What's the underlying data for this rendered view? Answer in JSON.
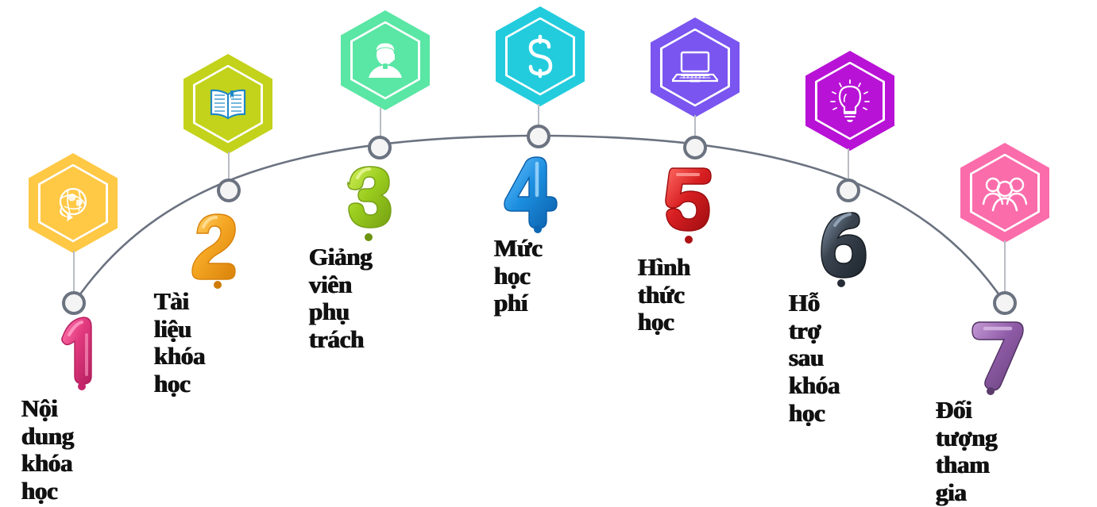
{
  "infographic": {
    "title_present": false,
    "background_color": "#ffffff",
    "arc_color": "#6b7280",
    "node_fill": "#f4f4f4",
    "node_border": "#6b7280",
    "stem_color": "#b9bcc4",
    "steps": [
      {
        "number": "1",
        "caption": "Nội dung\nkhóa học",
        "hex_color": "#ffc845",
        "hex_color_dark": "#fdbe33",
        "balloon_color": "#e2397e",
        "balloon_color_dark": "#b31f5e",
        "balloon_highlight": "#ff7ab0",
        "icon": "globe-recycle-icon"
      },
      {
        "number": "2",
        "caption": "Tài liệu\nkhóa học",
        "hex_color": "#c3d21b",
        "hex_color_dark": "#b2c012",
        "balloon_color": "#f5a623",
        "balloon_color_dark": "#d8820a",
        "balloon_highlight": "#ffd26a",
        "icon": "open-book-icon"
      },
      {
        "number": "3",
        "caption": "Giảng viên\nphụ trách",
        "hex_color": "#5ae6a4",
        "hex_color_dark": "#3dd68f",
        "balloon_color": "#9acd1e",
        "balloon_color_dark": "#75a013",
        "balloon_highlight": "#d4f05c",
        "icon": "graduate-teacher-icon"
      },
      {
        "number": "4",
        "caption": "Mức\nhọc phí",
        "hex_color": "#22ccdd",
        "hex_color_dark": "#13b8c9",
        "balloon_color": "#1d8fe0",
        "balloon_color_dark": "#0a5ea8",
        "balloon_highlight": "#6fc4ff",
        "icon": "dollar-sign-icon"
      },
      {
        "number": "5",
        "caption": "Hình thức\nhọc",
        "hex_color": "#7a55f0",
        "hex_color_dark": "#6640e0",
        "balloon_color": "#d81f22",
        "balloon_color_dark": "#9c0d10",
        "balloon_highlight": "#ff6b63",
        "icon": "laptop-icon"
      },
      {
        "number": "6",
        "caption": "Hỗ trợ sau\nkhóa học",
        "hex_color": "#b812d6",
        "hex_color_dark": "#a00bbb",
        "balloon_color": "#3a4450",
        "balloon_color_dark": "#1d242c",
        "balloon_highlight": "#8a9bb0",
        "icon": "lightbulb-icon"
      },
      {
        "number": "7",
        "caption": "Đối tượng\ntham gia",
        "hex_color": "#fb6cab",
        "hex_color_dark": "#f9539c",
        "balloon_color": "#8e5ba6",
        "balloon_color_dark": "#633e76",
        "balloon_highlight": "#c59ad6",
        "icon": "people-group-icon"
      }
    ]
  }
}
